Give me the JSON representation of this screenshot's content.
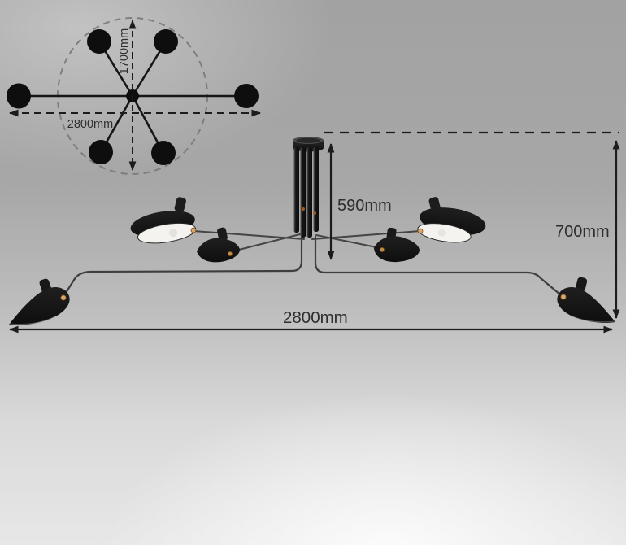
{
  "top_view": {
    "width_label": "2800mm",
    "depth_label": "1700mm"
  },
  "front_view": {
    "stem_height_label": "590mm",
    "total_height_label": "700mm",
    "overall_width_label": "2800mm"
  },
  "colors": {
    "annotation_ink": "#242424",
    "shade_black": "#141414",
    "shade_interior": "#f4f3f0",
    "brass_joint": "#d8a76b",
    "arm_gray": "#3e3e3e",
    "background_gray": "#a5a5a5",
    "background_glow": "#f2f2f2"
  }
}
